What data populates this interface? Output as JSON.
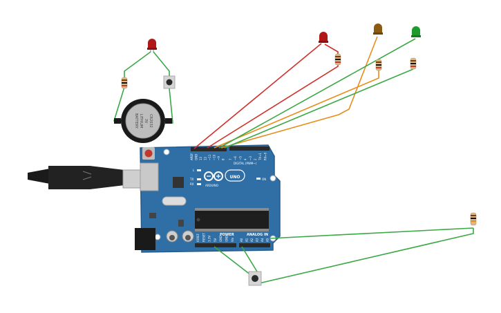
{
  "board": {
    "brand": "ARDUINO",
    "model": "UNO",
    "digital_header": "DIGITAL (PWM~)",
    "power_header": "POWER",
    "analog_header": "ANALOG IN",
    "led_labels": {
      "l": "L",
      "tx": "TX",
      "rx": "RX",
      "on": "ON"
    },
    "digital_pins": [
      "AREF",
      "GND",
      "13",
      "12",
      "~11",
      "~10",
      "~9",
      "8",
      "7",
      "~6",
      "~5",
      "4",
      "~3",
      "2",
      "TX→1",
      "RX←0"
    ],
    "power_pins": [
      "IOREF",
      "RESET",
      "3.3V",
      "5V",
      "GND",
      "GND",
      "Vin"
    ],
    "analog_pins": [
      "A0",
      "A1",
      "A2",
      "A3",
      "A4",
      "A5"
    ]
  },
  "battery": {
    "line1": "CR2032",
    "line2": "3V",
    "line3": "LITHIUM",
    "line4": "BATTERY"
  },
  "colors": {
    "board": "#2f6fa6",
    "wire_red": "#d0302b",
    "wire_green": "#3aa845",
    "wire_orange": "#e88c1a",
    "led_red": "#b01717",
    "led_amber": "#8a5b10",
    "led_green": "#1f9a2e"
  }
}
